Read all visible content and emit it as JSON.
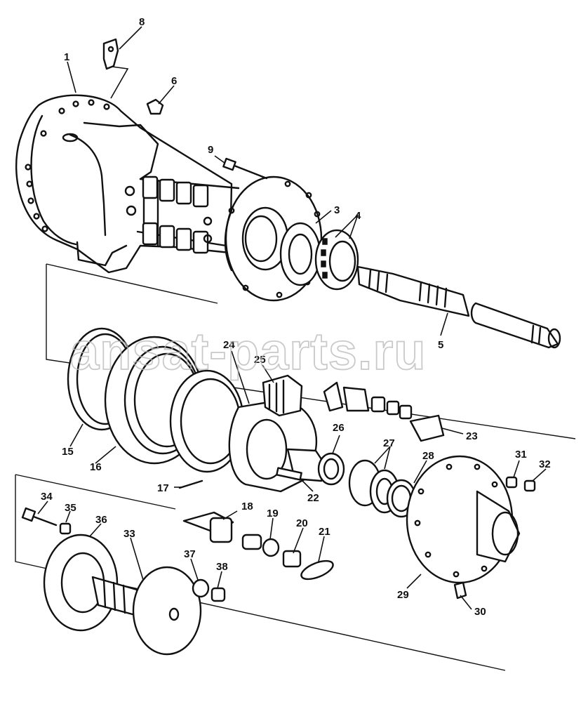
{
  "watermark": "ansat-parts.ru",
  "callouts": {
    "c1": "1",
    "c3": "3",
    "c4": "4",
    "c5": "5",
    "c6": "6",
    "c8": "8",
    "c9": "9",
    "c15": "15",
    "c16": "16",
    "c17": "17",
    "c18": "18",
    "c19": "19",
    "c20": "20",
    "c21": "21",
    "c22": "22",
    "c23": "23",
    "c24": "24",
    "c25": "25",
    "c26": "26",
    "c27": "27",
    "c28": "28",
    "c29": "29",
    "c30": "30",
    "c31": "31",
    "c32": "32",
    "c33": "33",
    "c34": "34",
    "c35": "35",
    "c36": "36",
    "c37": "37",
    "c38": "38"
  },
  "colors": {
    "ink": "#111111",
    "paper": "#ffffff",
    "watermark": "#b8b8b8"
  }
}
